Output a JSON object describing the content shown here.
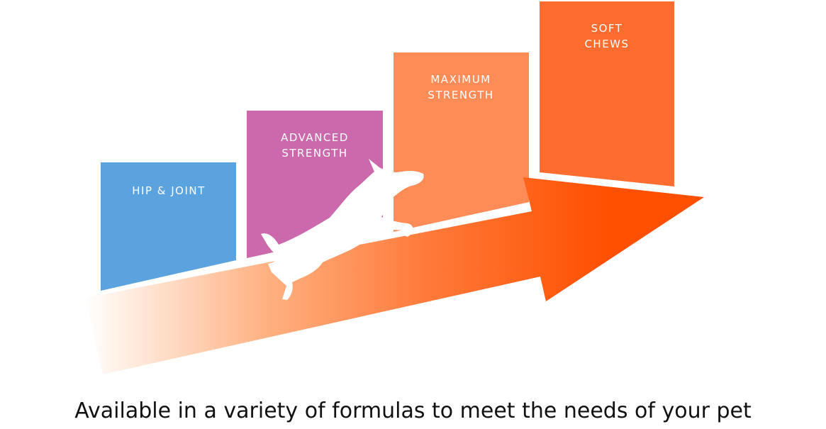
{
  "steps": [
    {
      "lines": [
        "HIP & JOINT"
      ],
      "color": "#5ba3de"
    },
    {
      "lines": [
        "ADVANCED",
        "STRENGTH"
      ],
      "color": "#cc69ad"
    },
    {
      "lines": [
        "MAXIMUM",
        "STRENGTH"
      ],
      "color": "#ff8c57"
    },
    {
      "lines": [
        "SOFT",
        "CHEWS"
      ],
      "color": "#ff6c30"
    }
  ],
  "arrow": {
    "color_start": "#ffffff",
    "color_end": "#ff4f00"
  },
  "icons": {
    "leaping_dog": "leaping-dog-silhouette-icon"
  },
  "caption": "Available in a variety of formulas to meet the needs of your pet"
}
